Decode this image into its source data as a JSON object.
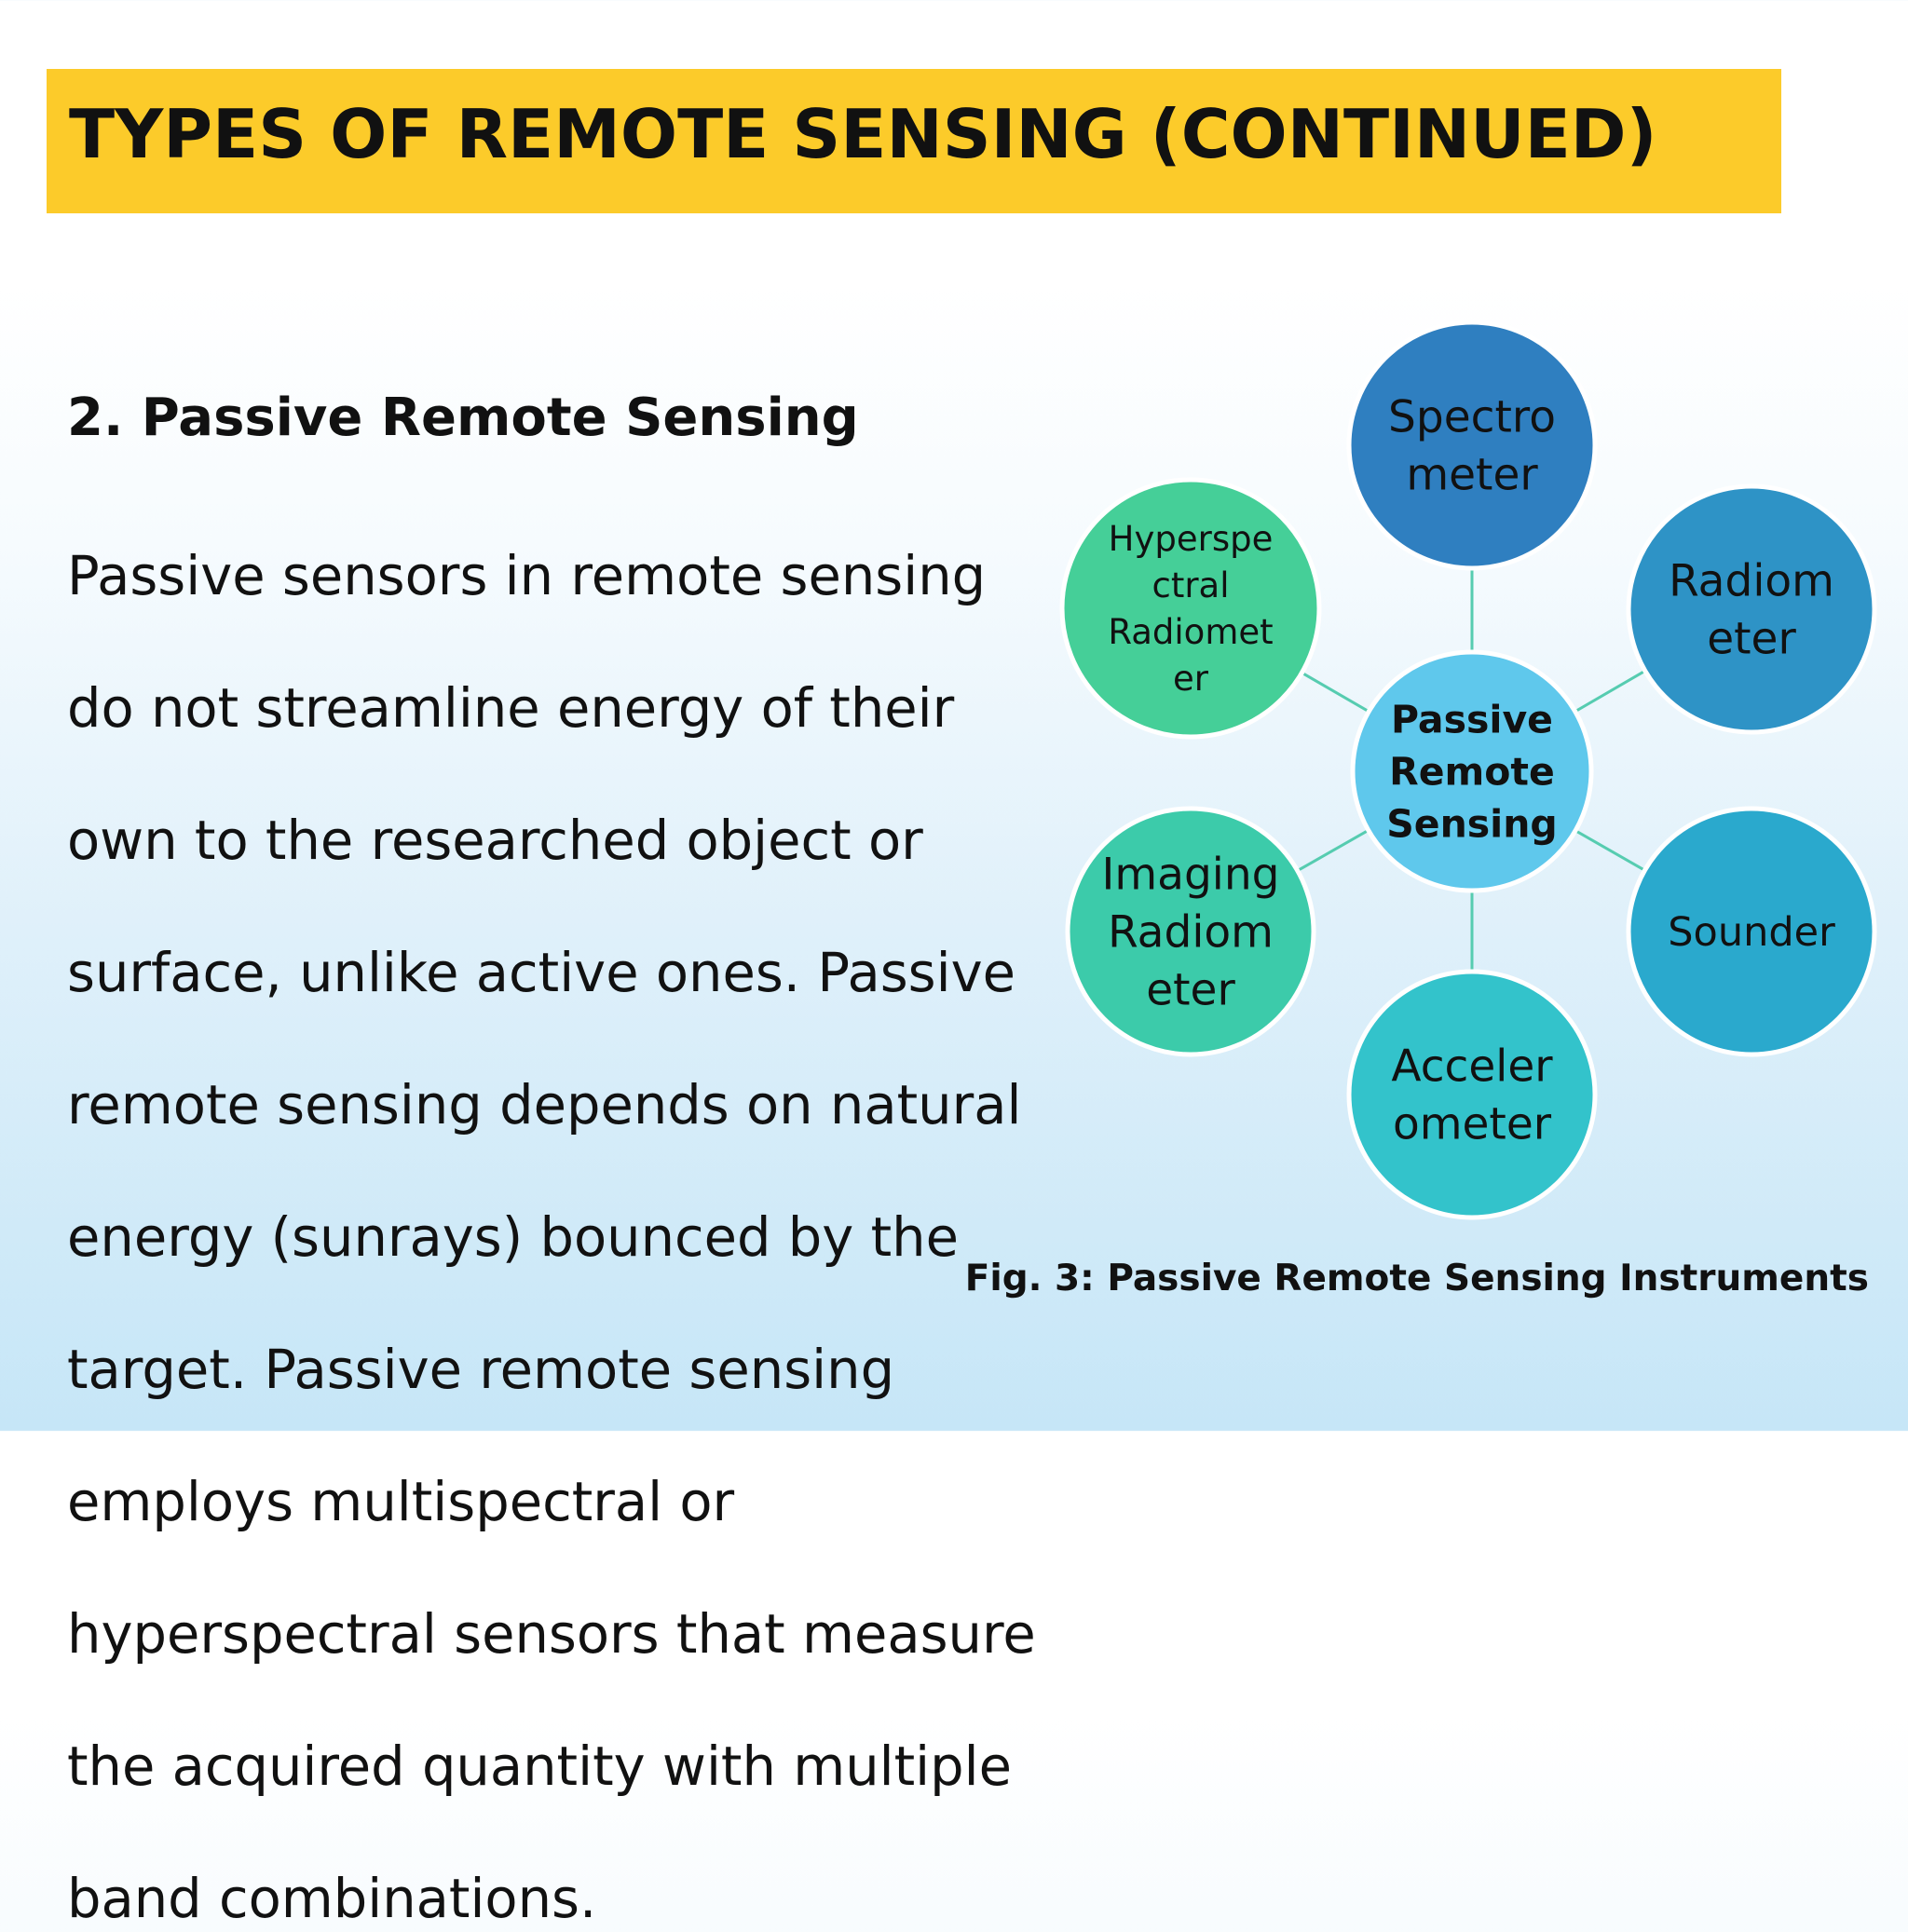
{
  "slide": {
    "title": "TYPES OF REMOTE SENSING (CONTINUED)",
    "subheading": "2. Passive Remote Sensing",
    "body_lines": [
      "Passive sensors in remote sensing",
      "do not streamline energy of their",
      "own to the researched object or",
      "surface, unlike active ones. Passive",
      "remote sensing depends on natural",
      "energy (sunrays) bounced by the",
      "target. Passive remote sensing",
      "employs multispectral or",
      "hyperspectral sensors that measure",
      "the acquired quantity with multiple",
      "band combinations."
    ],
    "caption": "Fig. 3: Passive Remote Sensing Instruments"
  },
  "diagram": {
    "center": {
      "lines": [
        "Passive",
        "Remote",
        "Sensing"
      ],
      "fill": "#5fc8ec",
      "text_color": "#e8101c"
    },
    "nodes": [
      {
        "id": "spectrometer",
        "lines": [
          "Spectro",
          "meter"
        ],
        "fill": "#2f7fc0"
      },
      {
        "id": "radiometer",
        "lines": [
          "Radiom",
          "eter"
        ],
        "fill": "#2e93c6"
      },
      {
        "id": "sounder",
        "lines": [
          "Sounder"
        ],
        "fill": "#2aa9cd"
      },
      {
        "id": "accelerometer",
        "lines": [
          "Acceler",
          "ometer"
        ],
        "fill": "#33c3cb"
      },
      {
        "id": "imaging-radiometer",
        "lines": [
          "Imaging",
          "Radiom",
          "eter"
        ],
        "fill": "#3ccbaa"
      },
      {
        "id": "hyperspectral-radiometer",
        "lines": [
          "Hyperspe",
          "ctral",
          "Radiomet",
          "er"
        ],
        "fill": "#45cf98"
      }
    ],
    "connector_color": "#56ccb0"
  }
}
